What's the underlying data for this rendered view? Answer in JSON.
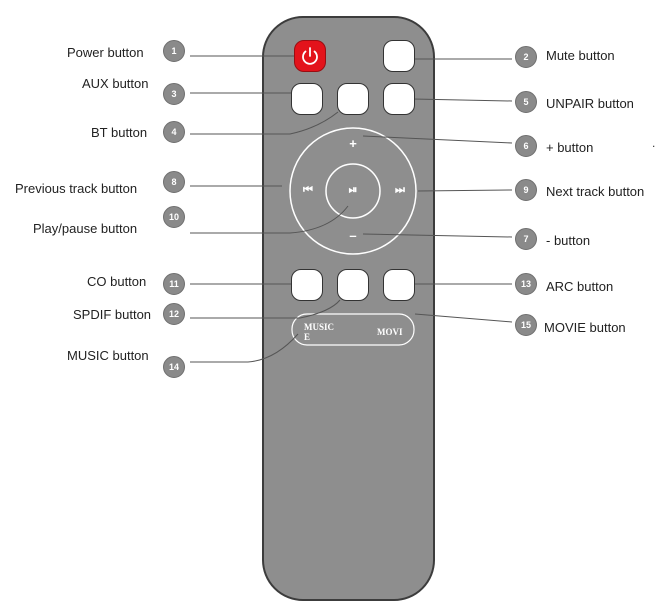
{
  "colors": {
    "remote_body": "#8e8e8e",
    "remote_edge": "#3c3c3c",
    "power_button": "#e3131b",
    "badge": "#8a8a8a",
    "callout_line": "#555555"
  },
  "labels": {
    "power": "Power button",
    "aux": "AUX button",
    "bt": "BT  button",
    "previous": "Previous track button",
    "playpause": "Play/pause button",
    "co": "CO button",
    "spdif": "SPDIF button",
    "music": "MUSIC button",
    "mute": "Mute button",
    "unpair": "UNPAIR button",
    "plus": "+ button",
    "next": "Next track button",
    "minus": "- button",
    "arc": "ARC button",
    "movie": "MOVIE button"
  },
  "numbers": {
    "power": "1",
    "mute": "2",
    "aux": "3",
    "bt": "4",
    "unpair": "5",
    "plus": "6",
    "minus": "7",
    "previous": "8",
    "next": "9",
    "playpause": "10",
    "co": "11",
    "spdif": "12",
    "arc": "13",
    "music": "14",
    "movie": "15"
  },
  "remote_text": {
    "plus_sign": "+",
    "minus_sign": "–",
    "prev_icon": "⏮",
    "play_icon": "⏯",
    "next_icon": "⏭",
    "music_line1": "MUSIC",
    "music_line2": "E",
    "movie_text": "MOVI",
    "stray_dot": "."
  }
}
